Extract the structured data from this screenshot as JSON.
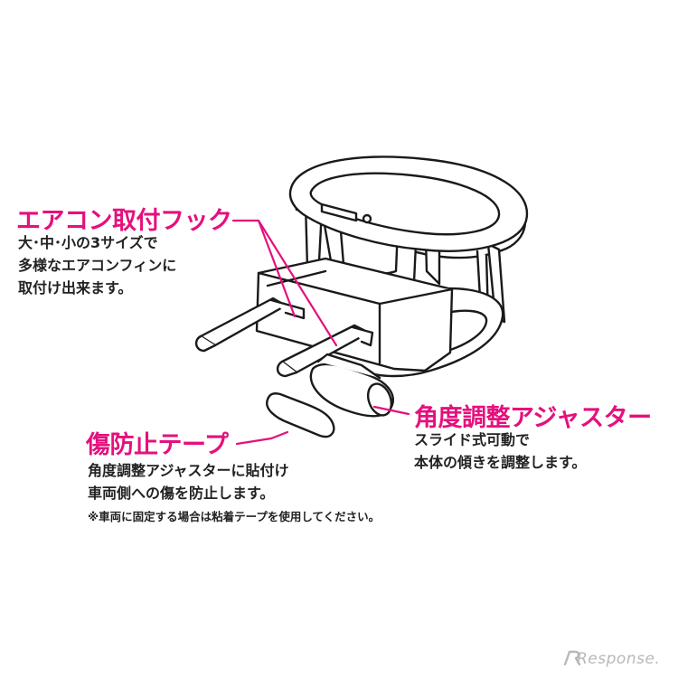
{
  "colors": {
    "accent": "#e5107d",
    "text": "#222222",
    "line_art": "#1a1a1a",
    "watermark": "#b8b8b8"
  },
  "callouts": {
    "hook": {
      "title": "エアコン取付フック",
      "lines": [
        "大･中･小の3サイズで",
        "多様なエアコンフィンに",
        "取付け出来ます。"
      ]
    },
    "adjuster": {
      "title": "角度調整アジャスター",
      "lines": [
        "スライド式可動で",
        "本体の傾きを調整します。"
      ]
    },
    "tape": {
      "title": "傷防止テープ",
      "lines": [
        "角度調整アジャスターに貼付け",
        "車両側への傷を防止します。"
      ],
      "note": "※車両に固定する場合は粘着テープを使用してください。"
    }
  },
  "watermark": {
    "text": "Response."
  }
}
